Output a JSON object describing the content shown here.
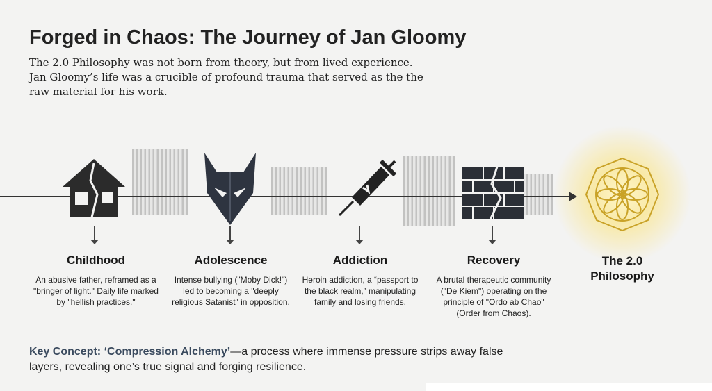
{
  "title": "Forged in Chaos: The Journey of Jan Gloomy",
  "intro": "The 2.0 Philosophy was not born from theory, but from lived experience. Jan Gloomy’s life was a crucible of profound trauma that served as the the raw material for his work.",
  "stages": [
    {
      "title": "Childhood",
      "text": "An abusive father, reframed as a \"bringer of light.\" Daily life marked by \"hellish practices.\"",
      "icon": "broken-house-icon"
    },
    {
      "title": "Adolescence",
      "text": "Intense bullying (\"Moby Dick!\") led to becoming a \"deeply religious Satanist\" in opposition.",
      "icon": "demon-mask-icon"
    },
    {
      "title": "Addiction",
      "text": "Heroin addiction, a “passport to the black realm,” manipulating family and losing friends.",
      "icon": "broken-syringe-icon"
    },
    {
      "title": "Recovery",
      "text": "A brutal therapeutic community (\"De Kiem\") operating on the principle of \"Ordo ab Chao\" (Order from Chaos).",
      "icon": "cracked-wall-icon"
    },
    {
      "title": "The 2.0 Philosophy",
      "text": "",
      "icon": "golden-mandala-icon"
    }
  ],
  "key": {
    "label": "Key Concept: ‘Compression Alchemy’",
    "text": "—a process where immense pressure strips away false layers, revealing one’s true signal and forging resilience."
  },
  "colors": {
    "accent": "#3a4a5e",
    "gold": "#c9a227"
  }
}
